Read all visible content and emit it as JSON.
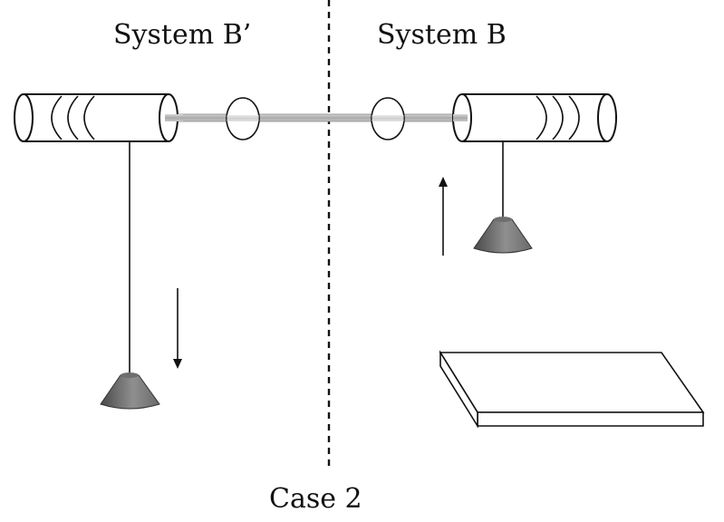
{
  "labels": {
    "left_system": "System B’",
    "right_system": "System B",
    "case": "Case 2"
  },
  "colors": {
    "line": "#111111",
    "rod": "#b8b8b8",
    "weight_dark": "#555555",
    "weight_light": "#9a9a9a"
  }
}
